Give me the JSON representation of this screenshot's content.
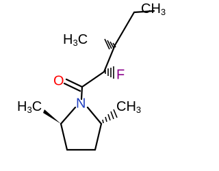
{
  "molecule": {
    "atoms": {
      "ch3_top": {
        "main": "CH",
        "sub": "3"
      },
      "ch3_mid": {
        "main": "H",
        "sub": "3",
        "tail": "C"
      },
      "oxygen": {
        "main": "O"
      },
      "fluorine": {
        "main": "F"
      },
      "nitrogen": {
        "main": "N"
      },
      "ch3_left": {
        "main": "H",
        "sub": "3",
        "tail": "C"
      },
      "ch3_right": {
        "main": "CH",
        "sub": "3"
      }
    },
    "colors": {
      "bond": "#000000",
      "carbon_label": "#000000",
      "oxygen": "#ff0000",
      "fluorine": "#8b008b",
      "nitrogen": "#1f3fbf"
    }
  }
}
